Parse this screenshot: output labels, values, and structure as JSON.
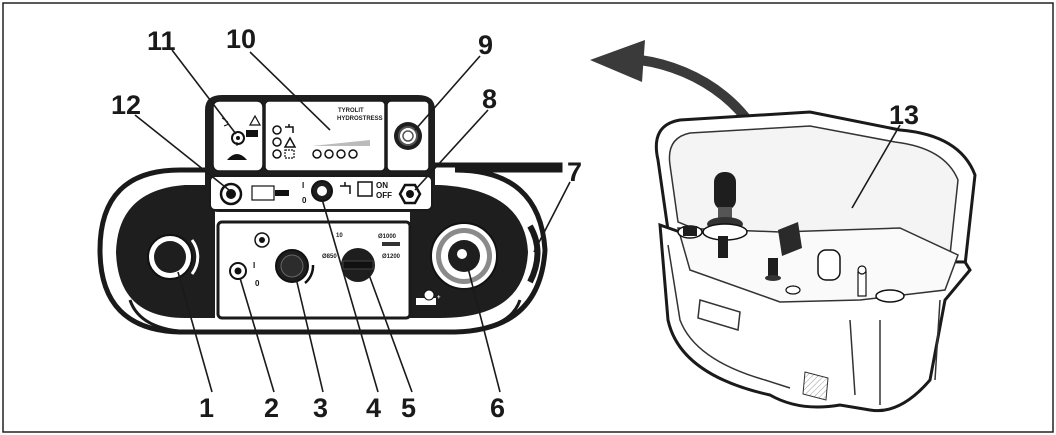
{
  "callouts": {
    "c1": "1",
    "c2": "2",
    "c3": "3",
    "c4": "4",
    "c5": "5",
    "c6": "6",
    "c7": "7",
    "c8": "8",
    "c9": "9",
    "c10": "10",
    "c11": "11",
    "c12": "12",
    "c13": "13"
  },
  "panel": {
    "brand": "TYROLIT",
    "brand_sub": "HYDROSTRESS",
    "switch_on": "ON",
    "switch_off": "OFF",
    "dia_850": "Ø850",
    "dia_1000": "Ø1000",
    "dia_1200": "Ø1200",
    "dia_10": "10",
    "pos_1": "I",
    "pos_0": "0"
  },
  "icons": [
    "water-tap-icon",
    "warning-icon",
    "beacon-icon",
    "emergency-stop-icon",
    "battery-icon",
    "motor-icon"
  ]
}
